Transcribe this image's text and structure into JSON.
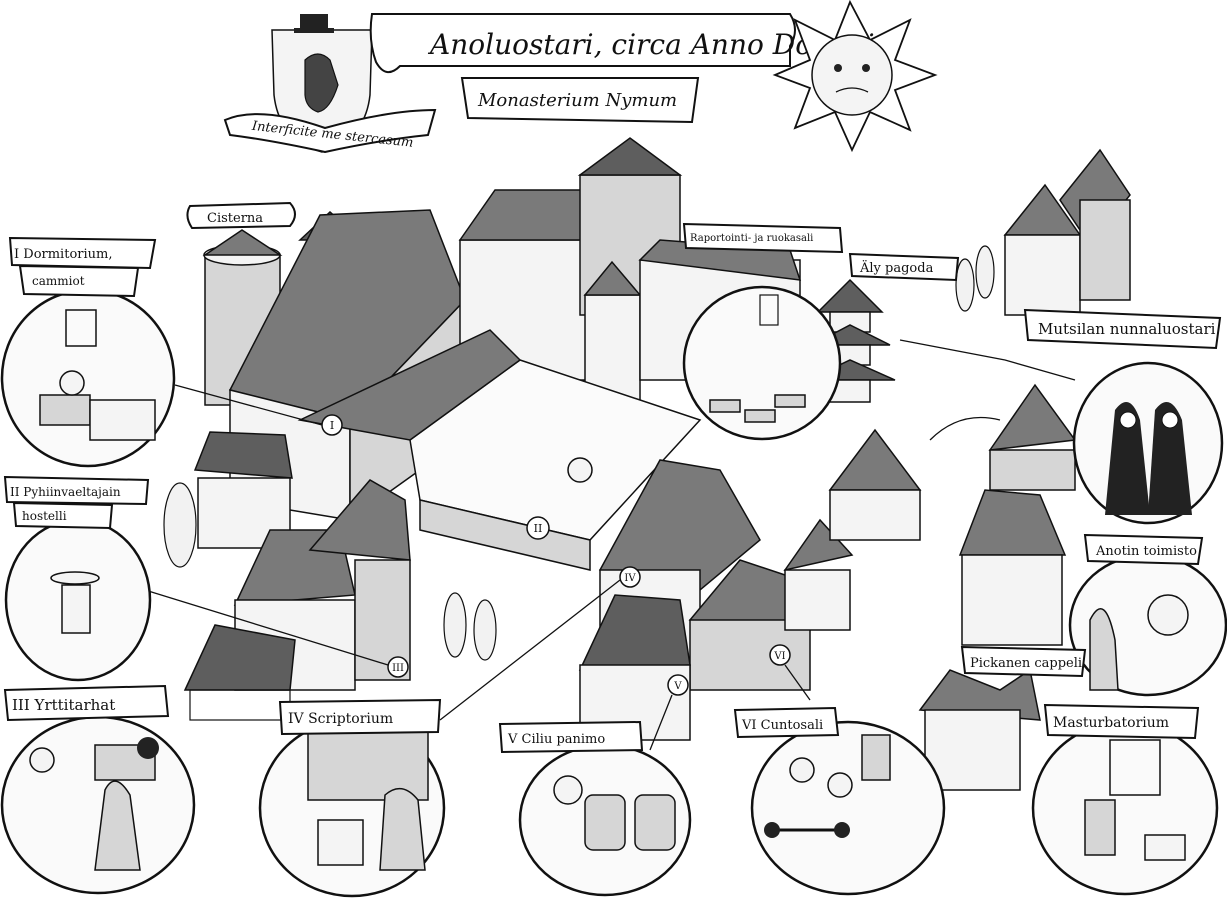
{
  "header": {
    "title": "Anoluostari, circa Anno Domini",
    "subtitle": "Monasterium Nymum",
    "motto": "Interficite me stercasum"
  },
  "labels": {
    "cisterna": "Cisterna",
    "dormitorium_line1": "I Dormitorium,",
    "dormitorium_line2": "cammiot",
    "raportointi": "Raportointi- ja ruokasali",
    "aly_pagoda": "Äly pagoda",
    "mutsilan": "Mutsilan nunnaluostari",
    "pyhiinvaeltajain_line1": "II Pyhiinvaeltajain",
    "pyhiinvaeltajain_line2": "hostelli",
    "anotin": "Anotin toimisto",
    "pickanen": "Pickanen cappeli",
    "yrttitarhat": "III Yrttitarhat",
    "scriptorium": "IV Scriptorium",
    "ciliu_panimo": "V Ciliu panimo",
    "cuntosali": "VI Cuntosali",
    "masturbatorium": "Masturbatorium"
  },
  "markers": {
    "m1": "I",
    "m2": "II",
    "m3": "III",
    "m4": "IV",
    "m5": "V",
    "m6": "VI"
  },
  "colors": {
    "ink": "#111111",
    "roof": "#7a7a7a",
    "paper": "#ffffff"
  }
}
